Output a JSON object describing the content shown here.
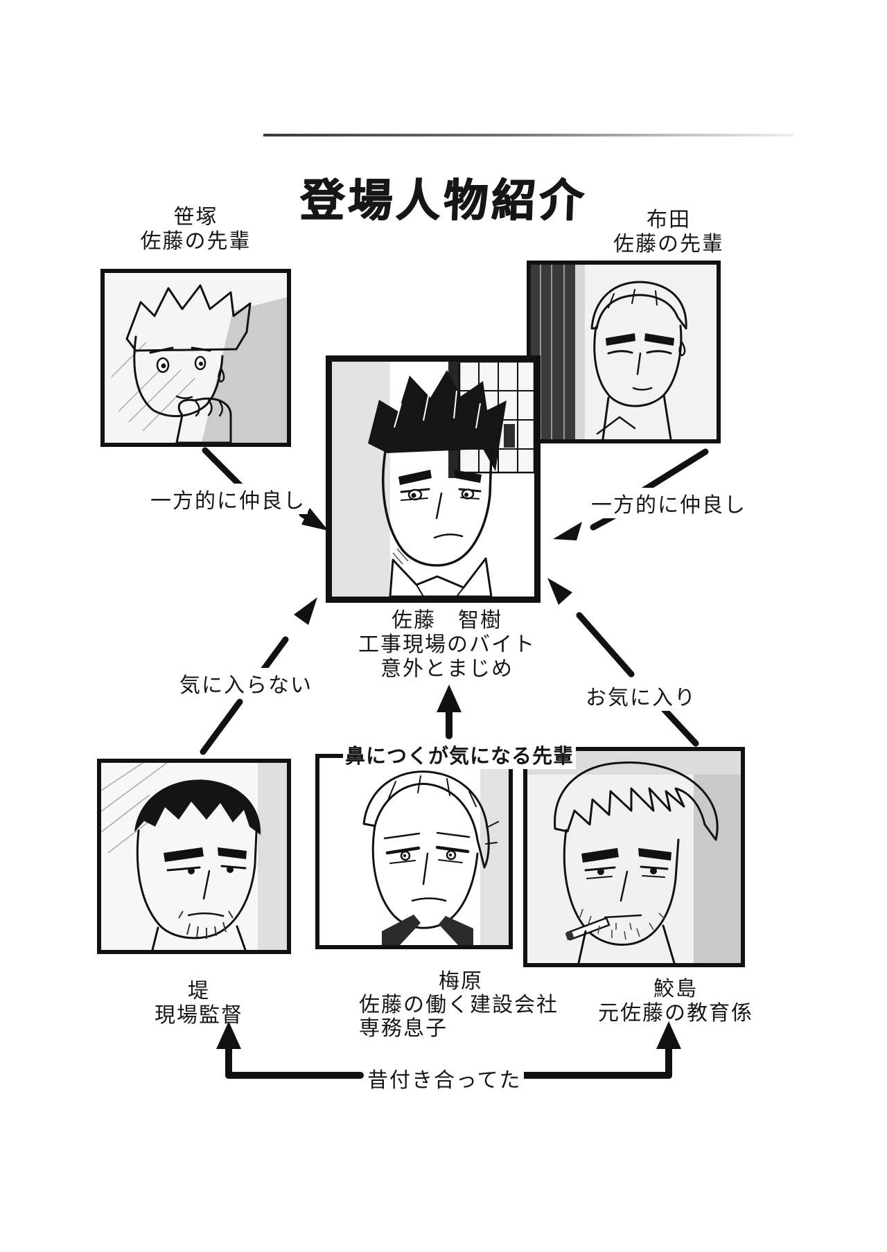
{
  "page": {
    "title": "登場人物紹介"
  },
  "characters": {
    "sasazuka": {
      "name": "笹塚",
      "role": "佐藤の先輩"
    },
    "fuda": {
      "name": "布田",
      "role": "佐藤の先輩"
    },
    "sato": {
      "name": "佐藤　智樹",
      "role1": "工事現場のバイト",
      "role2": "意外とまじめ"
    },
    "tsutsumi": {
      "name": "堤",
      "role": "現場監督"
    },
    "umehara": {
      "name": "梅原",
      "role1": "佐藤の働く建設会社",
      "role2": "専務息子"
    },
    "samejima": {
      "name": "鮫島",
      "role": "元佐藤の教育係"
    }
  },
  "relations": {
    "sasazuka_sato": "一方的に仲良し",
    "fuda_sato": "一方的に仲良し",
    "tsutsumi_sato": "気に入らない",
    "samejima_sato": "お気に入り",
    "umehara_sato": "鼻につくが気になる先輩",
    "tsutsumi_samejima": "昔付き合ってた"
  },
  "colors": {
    "ink": "#111111",
    "paper": "#ffffff",
    "tone": "#cccccc"
  }
}
